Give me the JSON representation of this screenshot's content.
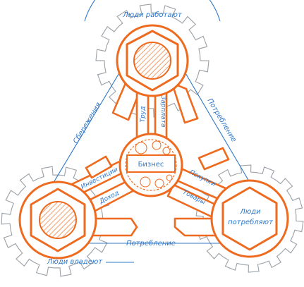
{
  "diagram": {
    "nodes": {
      "people_work": "Люди работают",
      "people_consume_line1": "Люди",
      "people_consume_line2": "потребляют",
      "people_own": "Люди владеют",
      "business": "Бизнес"
    },
    "flows": {
      "labor": "Труд",
      "salary": "Зарплата",
      "savings": "Сбережения",
      "consumption_right": "Потребление",
      "investments": "Инвестиции",
      "income": "Доход",
      "purchases": "Покупки",
      "goods": "Товары",
      "consumption_bottom": "Потребление"
    },
    "colors": {
      "orange": "#ee6a1f",
      "blue": "#2f78c8",
      "gear_outline": "#9aa0a6",
      "hatch": "#f2a070"
    }
  }
}
